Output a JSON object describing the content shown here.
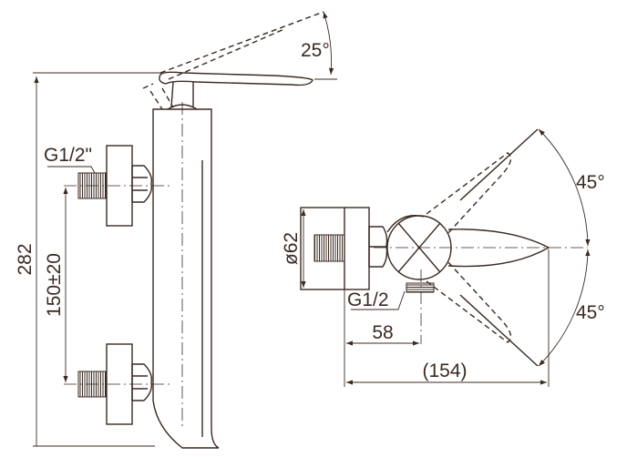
{
  "labels": {
    "lever_angle": "25°",
    "inlet_thread_left": "G1/2\"",
    "total_height": "282",
    "inlet_spacing": "150±20",
    "diameter": "ø62",
    "inlet_thread_right": "G1/2",
    "rotation_up": "45°",
    "rotation_down": "45°",
    "depth_to_inlet": "58",
    "total_depth": "(154)"
  }
}
